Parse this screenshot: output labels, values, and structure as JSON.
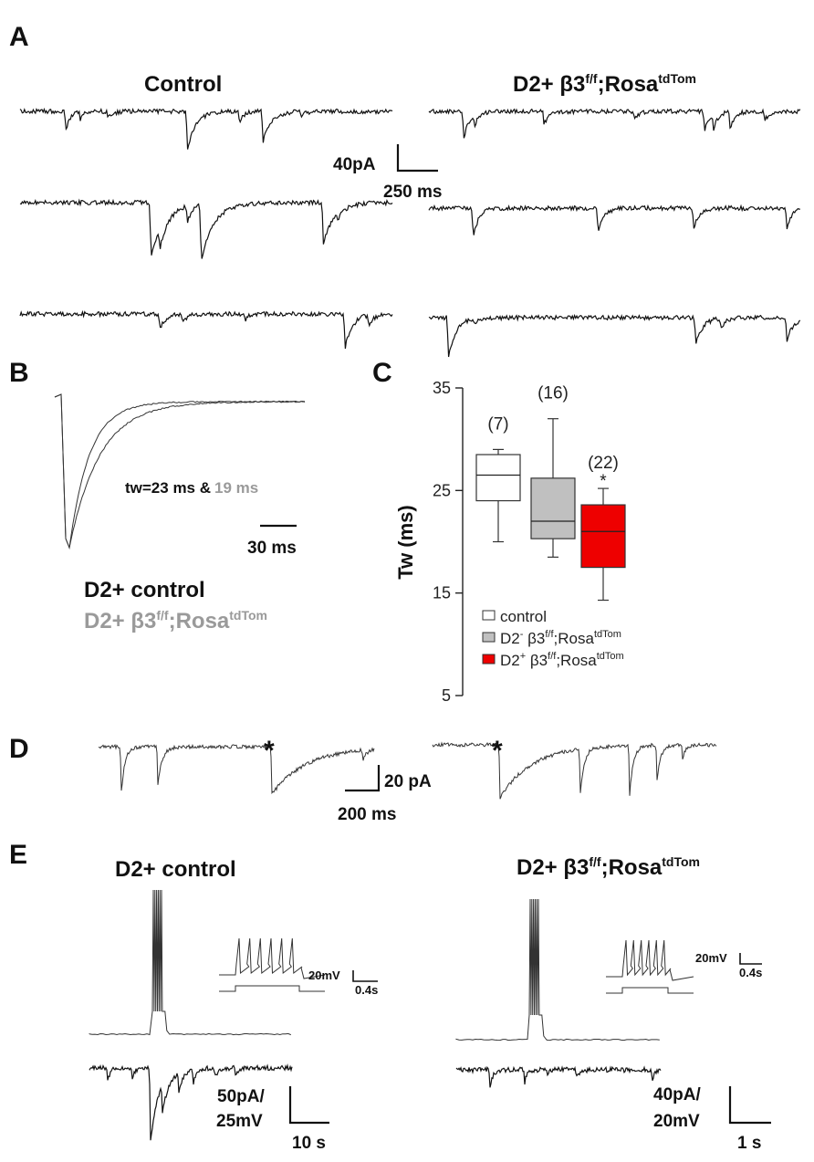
{
  "panels": {
    "a": {
      "label": "A",
      "left_title": "Control",
      "right_title_main": "D2+ β3",
      "right_title_sup1": "f/f",
      "right_title_mid": ";Rosa",
      "right_title_sup2": "tdTom",
      "scale_y": "40pA",
      "scale_x": "250 ms"
    },
    "b": {
      "label": "B",
      "tw_black": "tw=23 ms &",
      "tw_grey": "19 ms",
      "scale_x": "30 ms",
      "legend_control": "D2+ control",
      "legend_ko_main": "D2+ β3",
      "legend_ko_sup1": "f/f",
      "legend_ko_mid": ";Rosa",
      "legend_ko_sup2": "tdTom",
      "colors": {
        "control": "#111111",
        "ko": "#9a9a9a"
      }
    },
    "c": {
      "label": "C",
      "legend": [
        {
          "main": "control",
          "sup1": "",
          "mid": "",
          "sup2": "",
          "color": "#ffffff"
        },
        {
          "main": "D2",
          "pre_sup": "-",
          "after": " β3",
          "sup1": "f/f",
          "mid": ";Rosa",
          "sup2": "tdTom",
          "color": "#c0c0c0"
        },
        {
          "main": "D2",
          "pre_sup": "+",
          "after": " β3",
          "sup1": "f/f",
          "mid": ";Rosa",
          "sup2": "tdTom",
          "color": "#ee0000"
        }
      ]
    },
    "d": {
      "label": "D",
      "star_left": "*",
      "star_right": "*",
      "scale_y": "20 pA",
      "scale_x": "200 ms"
    },
    "e": {
      "label": "E",
      "left_title": "D2+ control",
      "right_title_main": "D2+ β3",
      "right_title_sup1": "f/f",
      "right_title_mid": ";Rosa",
      "right_title_sup2": "tdTom",
      "left_inset_y": "20mV",
      "left_inset_x": "0.4s",
      "right_inset_y": "20mV",
      "right_inset_x": "0.4s",
      "left_scale_y1": "50pA/",
      "left_scale_y2": "25mV",
      "left_scale_x": "10 s",
      "right_scale_y1": "40pA/",
      "right_scale_y2": "20mV",
      "right_scale_x": "1 s"
    }
  },
  "chart_data": {
    "type": "box",
    "ylabel": "Tw (ms)",
    "ylim": [
      5,
      35
    ],
    "yticks": [
      5,
      15,
      25,
      35
    ],
    "groups": [
      {
        "name": "control",
        "n_label": "(7)",
        "color": "#ffffff",
        "min": 20,
        "q1": 24,
        "median": 26.5,
        "q3": 28.5,
        "max": 29,
        "significance": ""
      },
      {
        "name": "D2- β3f/f;RosatdTom",
        "n_label": "(16)",
        "color": "#c0c0c0",
        "min": 18.5,
        "q1": 20.3,
        "median": 22,
        "q3": 26.2,
        "max": 32,
        "significance": ""
      },
      {
        "name": "D2+ β3f/f;RosatdTom",
        "n_label": "(22)",
        "color": "#ee0000",
        "min": 14.3,
        "q1": 17.5,
        "median": 21,
        "q3": 23.6,
        "max": 25.2,
        "significance": "*"
      }
    ]
  }
}
